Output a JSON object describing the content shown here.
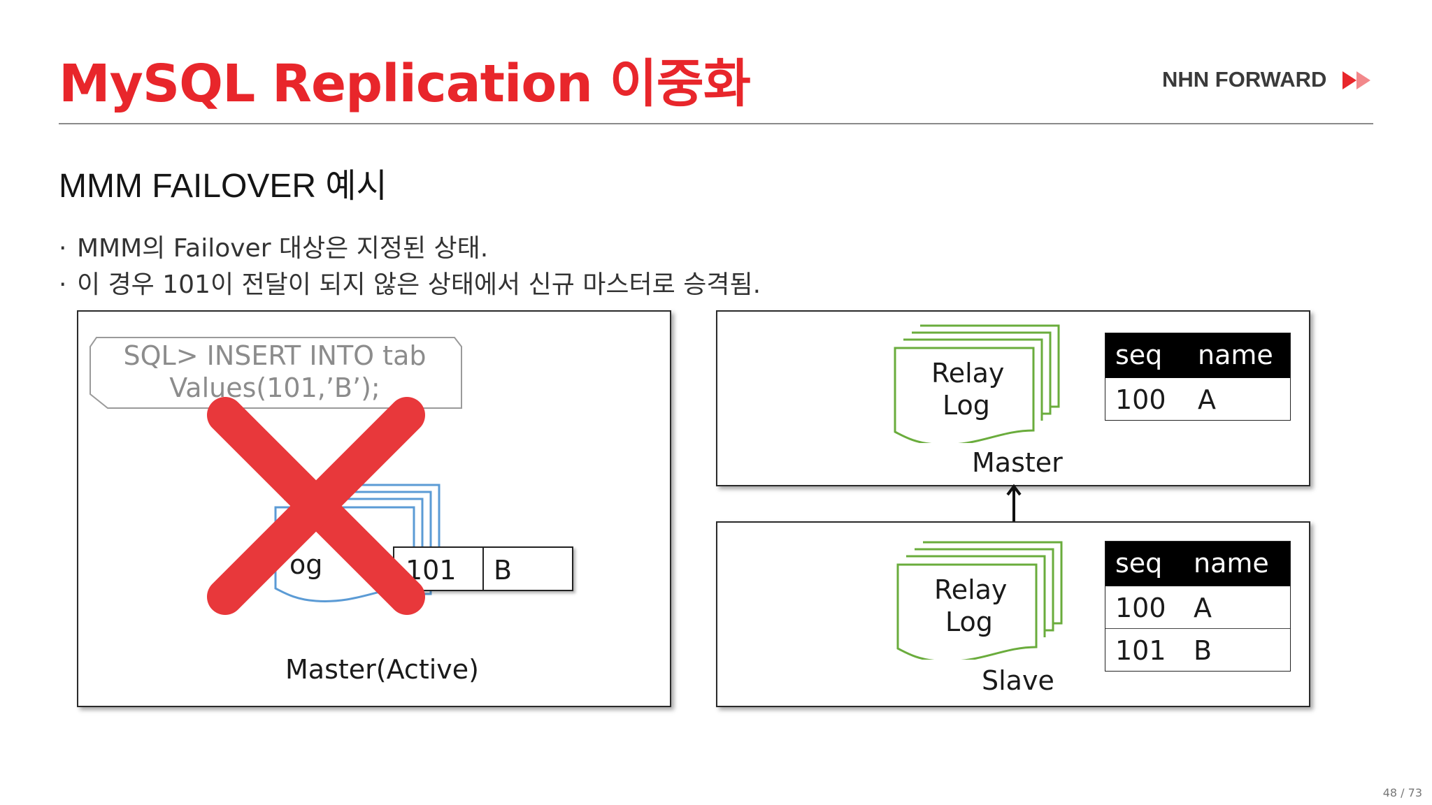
{
  "header": {
    "title": "MySQL Replication 이중화",
    "brand": "NHN FORWARD"
  },
  "section": {
    "subtitle": "MMM FAILOVER 예시",
    "bullets": [
      "MMM의 Failover 대상은 지정된 상태.",
      "이 경우 101이 전달이 되지 않은 상태에서 신규 마스터로 승격됨."
    ]
  },
  "left_panel": {
    "sql_line1": "SQL> INSERT INTO tab",
    "sql_line2": "Values(101,’B’);",
    "relay_partial": "og",
    "row": {
      "seq": "101",
      "name": "B"
    },
    "label": "Master(Active)"
  },
  "master_panel": {
    "relay_line1": "Relay",
    "relay_line2": "Log",
    "label": "Master",
    "table": {
      "headers": [
        "seq",
        "name"
      ],
      "rows": [
        [
          "100",
          "A"
        ]
      ]
    }
  },
  "slave_panel": {
    "relay_line1": "Relay",
    "relay_line2": "Log",
    "label": "Slave",
    "table": {
      "headers": [
        "seq",
        "name"
      ],
      "rows": [
        [
          "100",
          "A"
        ],
        [
          "101",
          "B"
        ]
      ]
    }
  },
  "footer": {
    "page": "48 / 73"
  },
  "colors": {
    "accent": "#e8262b",
    "relay_green": "#6aac3c",
    "relay_blue": "#5b9bd5"
  }
}
